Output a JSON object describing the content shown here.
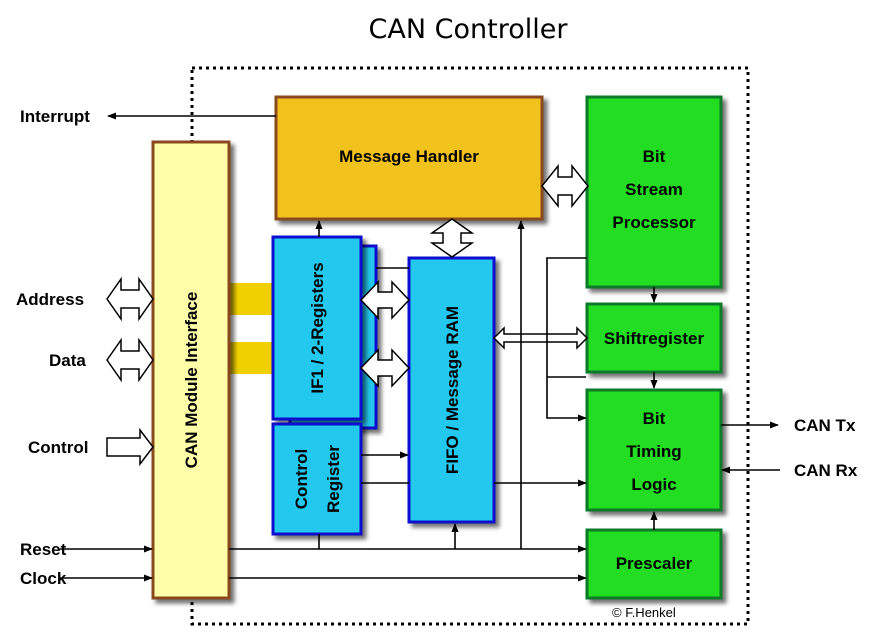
{
  "title": "CAN Controller",
  "blocks": {
    "message_handler": "Message Handler",
    "bsp_line1": "Bit",
    "bsp_line2": "Stream",
    "bsp_line3": "Processor",
    "shiftregister": "Shiftregister",
    "btl_line1": "Bit",
    "btl_line2": "Timing",
    "btl_line3": "Logic",
    "prescaler": "Prescaler",
    "can_module_interface": "CAN Module Interface",
    "if_registers": "IF1 / 2-Registers",
    "control_register_line1": "Control",
    "control_register_line2": "Register",
    "fifo": "FIFO / Message RAM"
  },
  "signals": {
    "interrupt": "Interrupt",
    "address": "Address",
    "data": "Data",
    "control": "Control",
    "reset": "Reset",
    "clock": "Clock",
    "can_tx": "CAN Tx",
    "can_rx": "CAN Rx"
  },
  "copyright": "© F.Henkel",
  "colors": {
    "handler": "#f2c21a",
    "green": "#22dd22",
    "yellow_interface": "#ffffaa",
    "cyan": "#22c8ee",
    "blue_border": "#1010d0",
    "brown_border": "#8a4a1a",
    "connector": "#f0d000"
  }
}
